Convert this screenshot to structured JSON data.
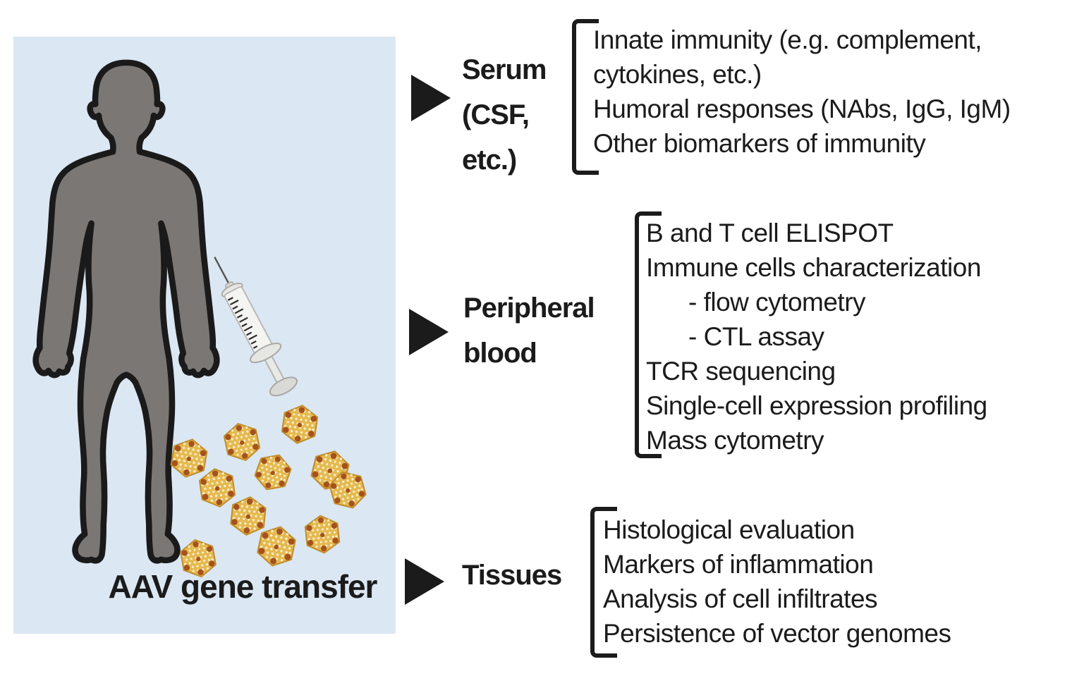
{
  "figure": {
    "panel": {
      "caption": "AAV gene transfer"
    },
    "sections": [
      {
        "label": "Serum\n(CSF,\netc.)",
        "lines": [
          "Innate immunity (e.g. complement,",
          "cytokines, etc.)",
          "Humoral responses (NAbs, IgG, IgM)",
          "Other biomarkers of immunity"
        ]
      },
      {
        "label": "Peripheral\nblood",
        "lines": [
          "B and T cell ELISPOT",
          "Immune cells characterization",
          "- flow cytometry",
          "- CTL assay",
          "TCR sequencing",
          "Single-cell expression profiling",
          "Mass cytometry"
        ]
      },
      {
        "label": "Tissues",
        "lines": [
          "Histological evaluation",
          "Markers of inflammation",
          "Analysis of cell infiltrates",
          "Persistence of vector genomes"
        ]
      }
    ]
  },
  "icons": {
    "arrow": "right-triangle-icon",
    "body": "human-silhouette",
    "syringe": "syringe-icon",
    "capsid": "aav-capsid-icon"
  },
  "colors": {
    "panel_bg": "#dbe7f3",
    "body_fill": "#7b7774",
    "outline": "#1a1a1a",
    "capsid_gold": "#e5b94e",
    "capsid_edge": "#c08d2b",
    "capsid_dot": "#a5521d",
    "capsid_texture": "#f7eccb",
    "text": "#1b1b1b"
  }
}
